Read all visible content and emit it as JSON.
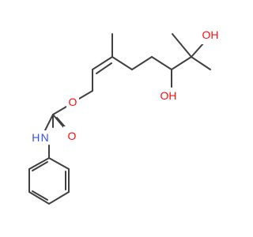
{
  "molecule": {
    "atoms": {
      "o_ester": {
        "label": "O",
        "color": "#ff0d0d"
      },
      "o_carbonyl": {
        "label": "O",
        "color": "#ff0d0d"
      },
      "n_amide": {
        "label": "H N",
        "color": "#3050f8"
      },
      "o_hydroxyl_1": {
        "label": "OH",
        "color": "#ff0d0d"
      },
      "o_hydroxyl_2": {
        "label": "OH",
        "color": "#ff0d0d"
      }
    },
    "bond_color": "#404040"
  }
}
